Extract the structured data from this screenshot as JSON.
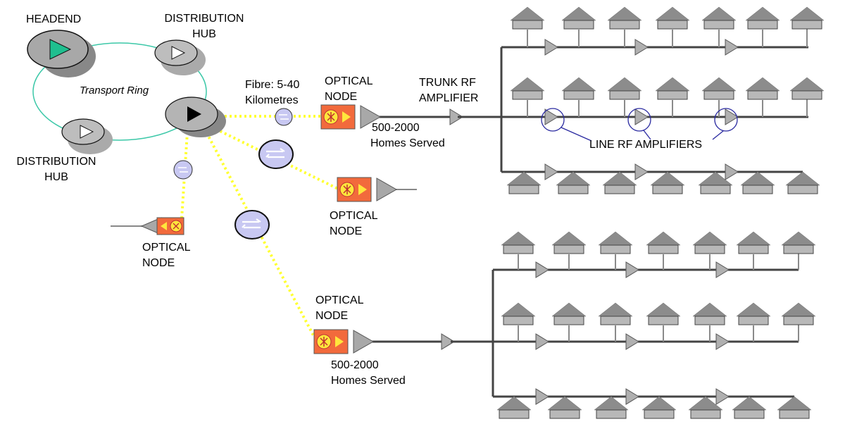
{
  "labels": {
    "headend": "HEADEND",
    "distribution_hub_top_l1": "DISTRIBUTION",
    "distribution_hub_top_l2": "HUB",
    "distribution_hub_left_l1": "DISTRIBUTION",
    "distribution_hub_left_l2": "HUB",
    "transport_ring": "Transport Ring",
    "fibre_l1": "Fibre: 5-40",
    "fibre_l2": "Kilometres",
    "optical_node_l1": "OPTICAL",
    "optical_node_l2": "NODE",
    "trunk_l1": "TRUNK RF",
    "trunk_l2": "AMPLIFIER",
    "homes_count": "500-2000",
    "homes_text": "Homes Served",
    "line_rf_amplifiers": "LINE RF AMPLIFIERS"
  },
  "colors": {
    "ring": "#3cc8a8",
    "fibre": "#ffff33",
    "coax": "#444444",
    "node_fill": "#f26a3c",
    "amp_fill": "#a8a8a8",
    "callout": "#2a2aa0",
    "headend_play": "#1fbf8f"
  }
}
